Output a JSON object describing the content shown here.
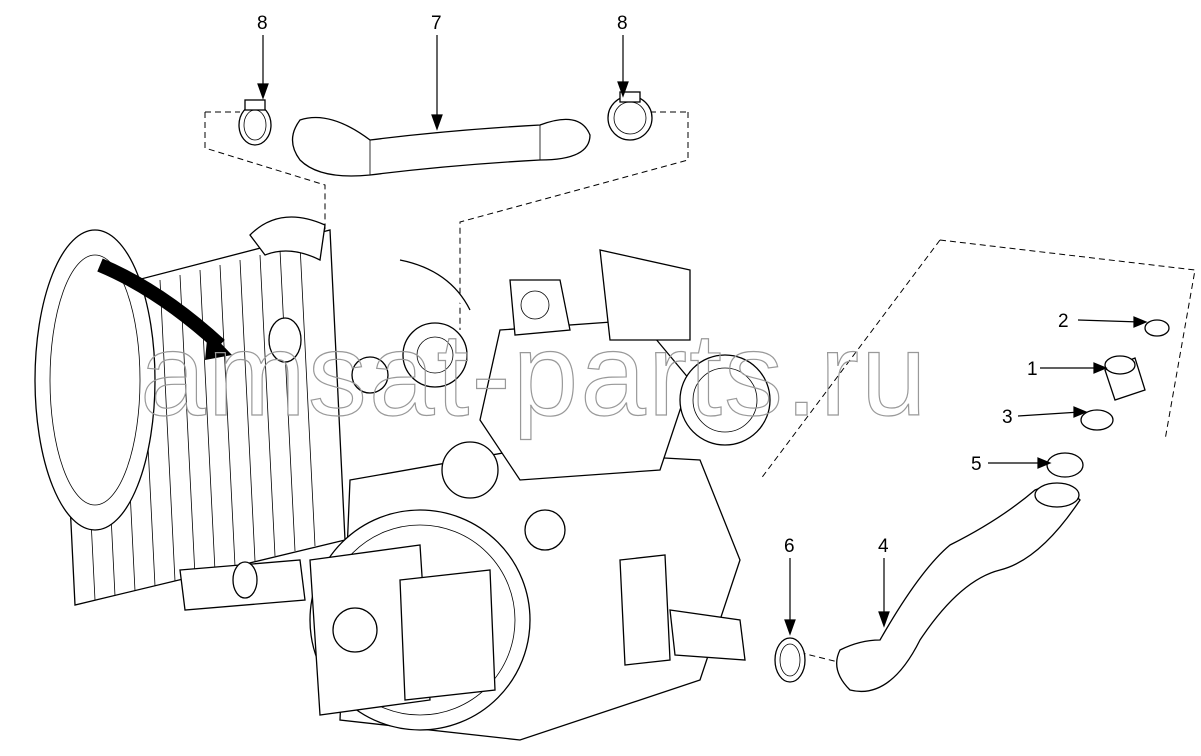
{
  "diagram": {
    "callouts": [
      {
        "id": "8a",
        "label": "8"
      },
      {
        "id": "7",
        "label": "7"
      },
      {
        "id": "8b",
        "label": "8"
      },
      {
        "id": "2",
        "label": "2"
      },
      {
        "id": "1",
        "label": "1"
      },
      {
        "id": "3",
        "label": "3"
      },
      {
        "id": "5",
        "label": "5"
      },
      {
        "id": "6",
        "label": "6"
      },
      {
        "id": "4",
        "label": "4"
      }
    ],
    "watermark": "amsat-parts.ru"
  }
}
